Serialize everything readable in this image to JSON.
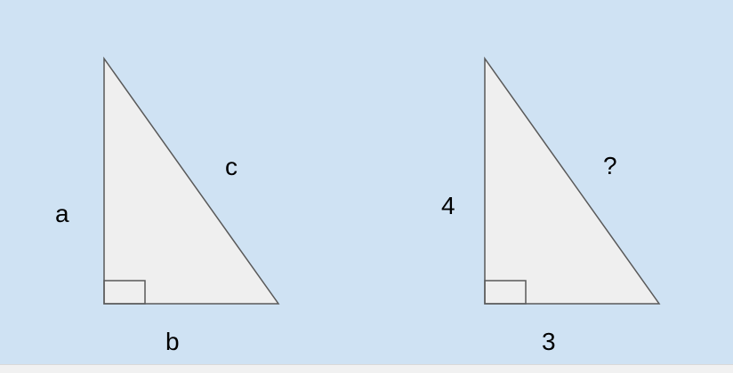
{
  "triangle_general": {
    "side_a": "a",
    "side_b": "b",
    "side_c": "c"
  },
  "triangle_numeric": {
    "side_a": "4",
    "side_b": "3",
    "side_c": "?"
  },
  "colors": {
    "background": "#cfe2f3",
    "triangle_fill": "#efefef",
    "triangle_stroke": "#595959"
  }
}
